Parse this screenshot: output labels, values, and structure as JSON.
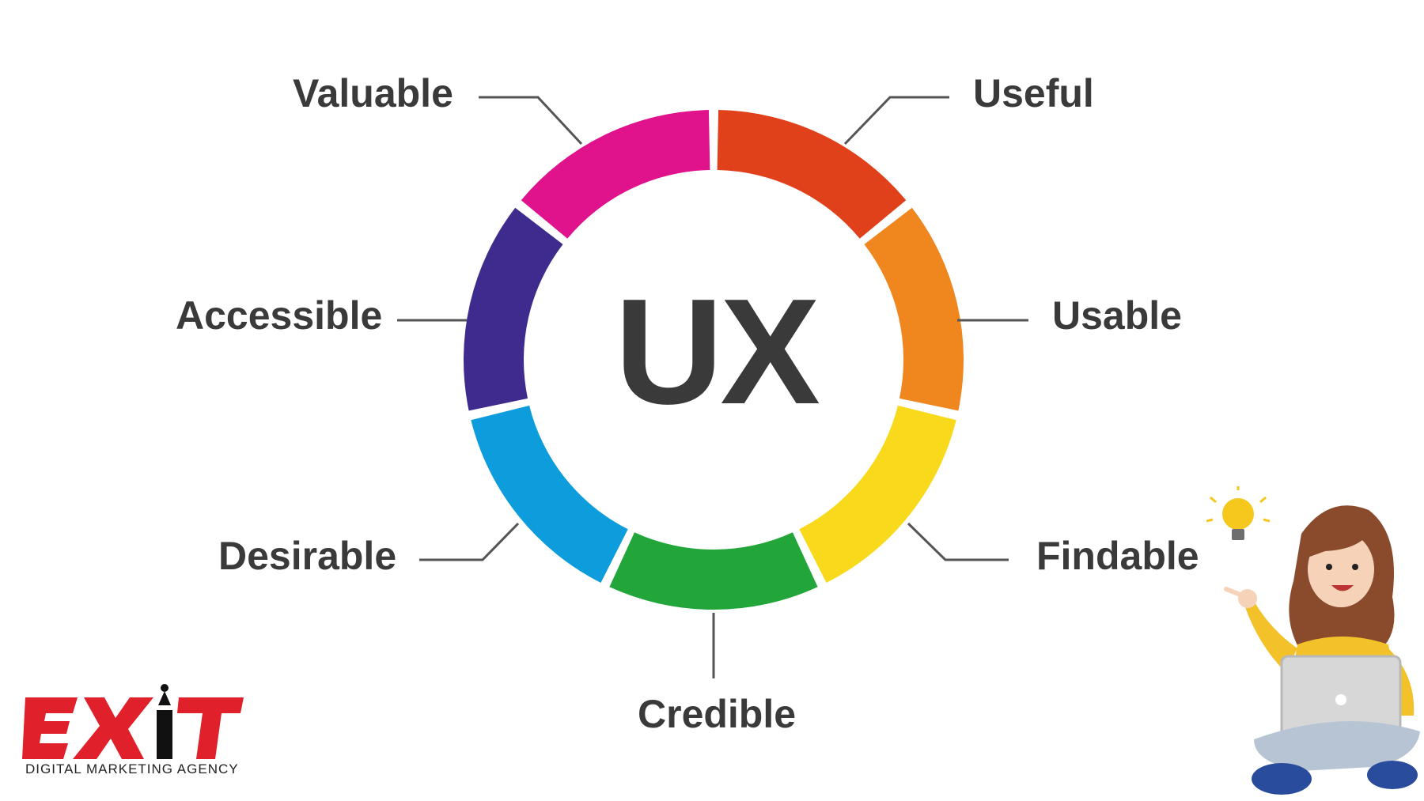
{
  "diagram": {
    "center_label": "UX",
    "segments": [
      {
        "id": "useful",
        "label": "Useful",
        "color": "#e0401a"
      },
      {
        "id": "usable",
        "label": "Usable",
        "color": "#f0861e"
      },
      {
        "id": "findable",
        "label": "Findable",
        "color": "#f8d91c"
      },
      {
        "id": "credible",
        "label": "Credible",
        "color": "#22a63a"
      },
      {
        "id": "desirable",
        "label": "Desirable",
        "color": "#0d9ddc"
      },
      {
        "id": "accessible",
        "label": "Accessible",
        "color": "#3f2b8e"
      },
      {
        "id": "valuable",
        "label": "Valuable",
        "color": "#e0128c"
      }
    ],
    "connector_color": "#555555"
  },
  "logo": {
    "text": "EXIT",
    "tagline": "DIGITAL MARKETING AGENCY",
    "color": "#e0202a"
  },
  "illustration": {
    "icon": "woman-with-laptop-lightbulb-icon"
  }
}
